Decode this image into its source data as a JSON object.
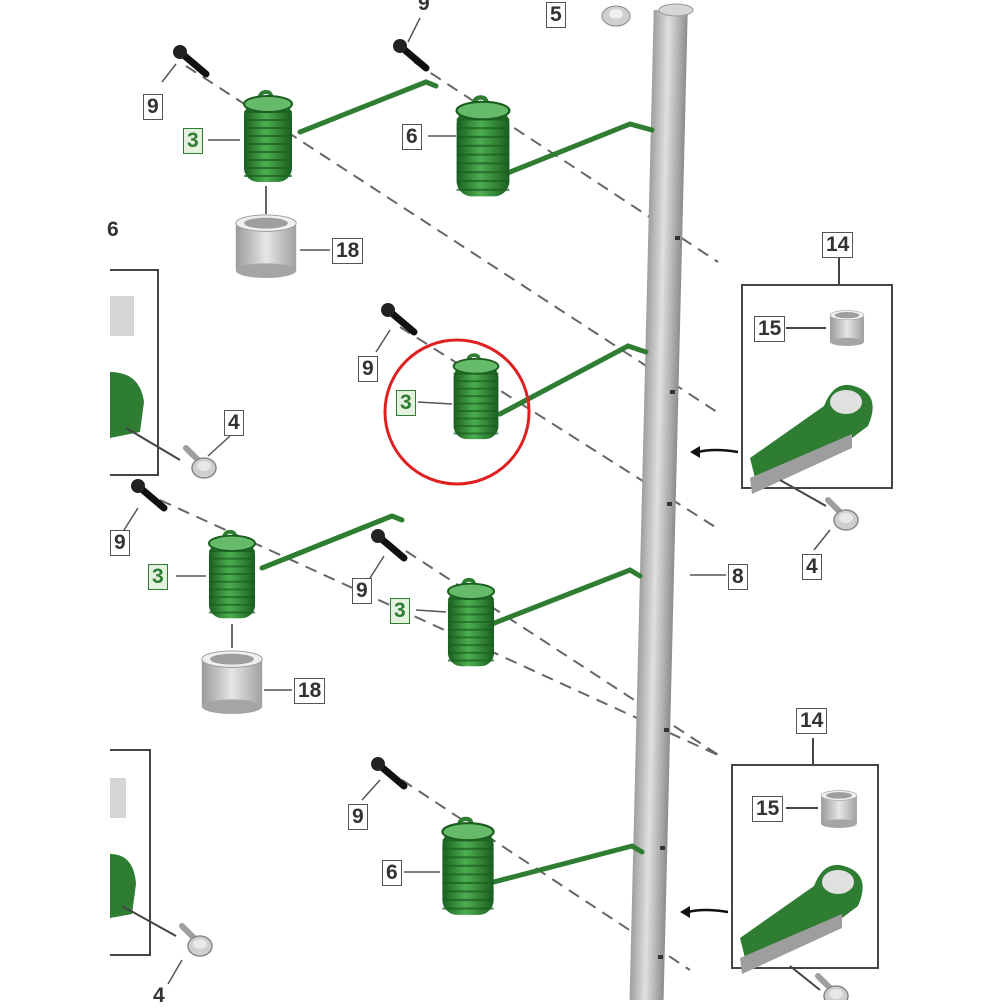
{
  "diagram": {
    "callouts": {
      "spring_3": "3",
      "bushing_18": "18",
      "spring_6": "6",
      "bolt_9": "9",
      "bolt_4": "4",
      "nut_5": "5",
      "shaft_8": "8",
      "assembly_14": "14",
      "bushing_15": "15"
    },
    "colors": {
      "spring": "#2e7d32",
      "spring_light": "#4caf50",
      "metal": "#bdbdbd",
      "highlight_circle": "#e02020",
      "callout_highlight_bg": "#e3f1de"
    }
  }
}
